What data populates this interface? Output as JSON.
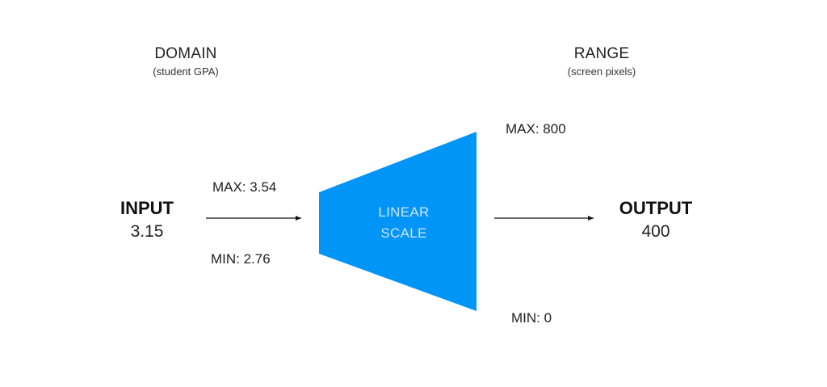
{
  "domain": {
    "title": "DOMAIN",
    "subtitle": "(student GPA)",
    "max_label": "MAX: 3.54",
    "min_label": "MIN: 2.76"
  },
  "range": {
    "title": "RANGE",
    "subtitle": "(screen pixels)",
    "max_label": "MAX: 800",
    "min_label": "MIN: 0"
  },
  "input": {
    "title": "INPUT",
    "value": "3.15"
  },
  "output": {
    "title": "OUTPUT",
    "value": "400"
  },
  "scale": {
    "line1": "LINEAR",
    "line2": "SCALE",
    "color": "#0095f6"
  },
  "colors": {
    "arrow": "#111111"
  }
}
